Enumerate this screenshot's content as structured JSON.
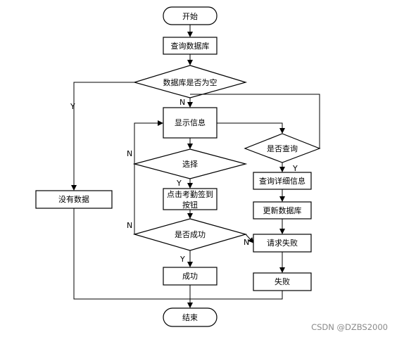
{
  "nodes": {
    "start": "开始",
    "query_db": "查询数据库",
    "db_empty": "数据库是否为空",
    "show_info": "显示信息",
    "select": "选择",
    "click_line1": "点击考勤签到",
    "click_line2": "按钮",
    "success_check": "是否成功",
    "success": "成功",
    "end": "结束",
    "no_data": "没有数据",
    "is_query": "是否查询",
    "query_detail": "查询详细信息",
    "update_db": "更新数据库",
    "request_fail": "请求失败",
    "fail": "失败"
  },
  "edge_labels": {
    "db_empty_yes": "Y",
    "db_empty_no": "N",
    "select_yes": "Y",
    "select_no": "N",
    "success_yes": "Y",
    "success_no": "N",
    "query_yes": "Y",
    "fail_no": "N"
  },
  "watermark": "CSDN @DZBS2000"
}
